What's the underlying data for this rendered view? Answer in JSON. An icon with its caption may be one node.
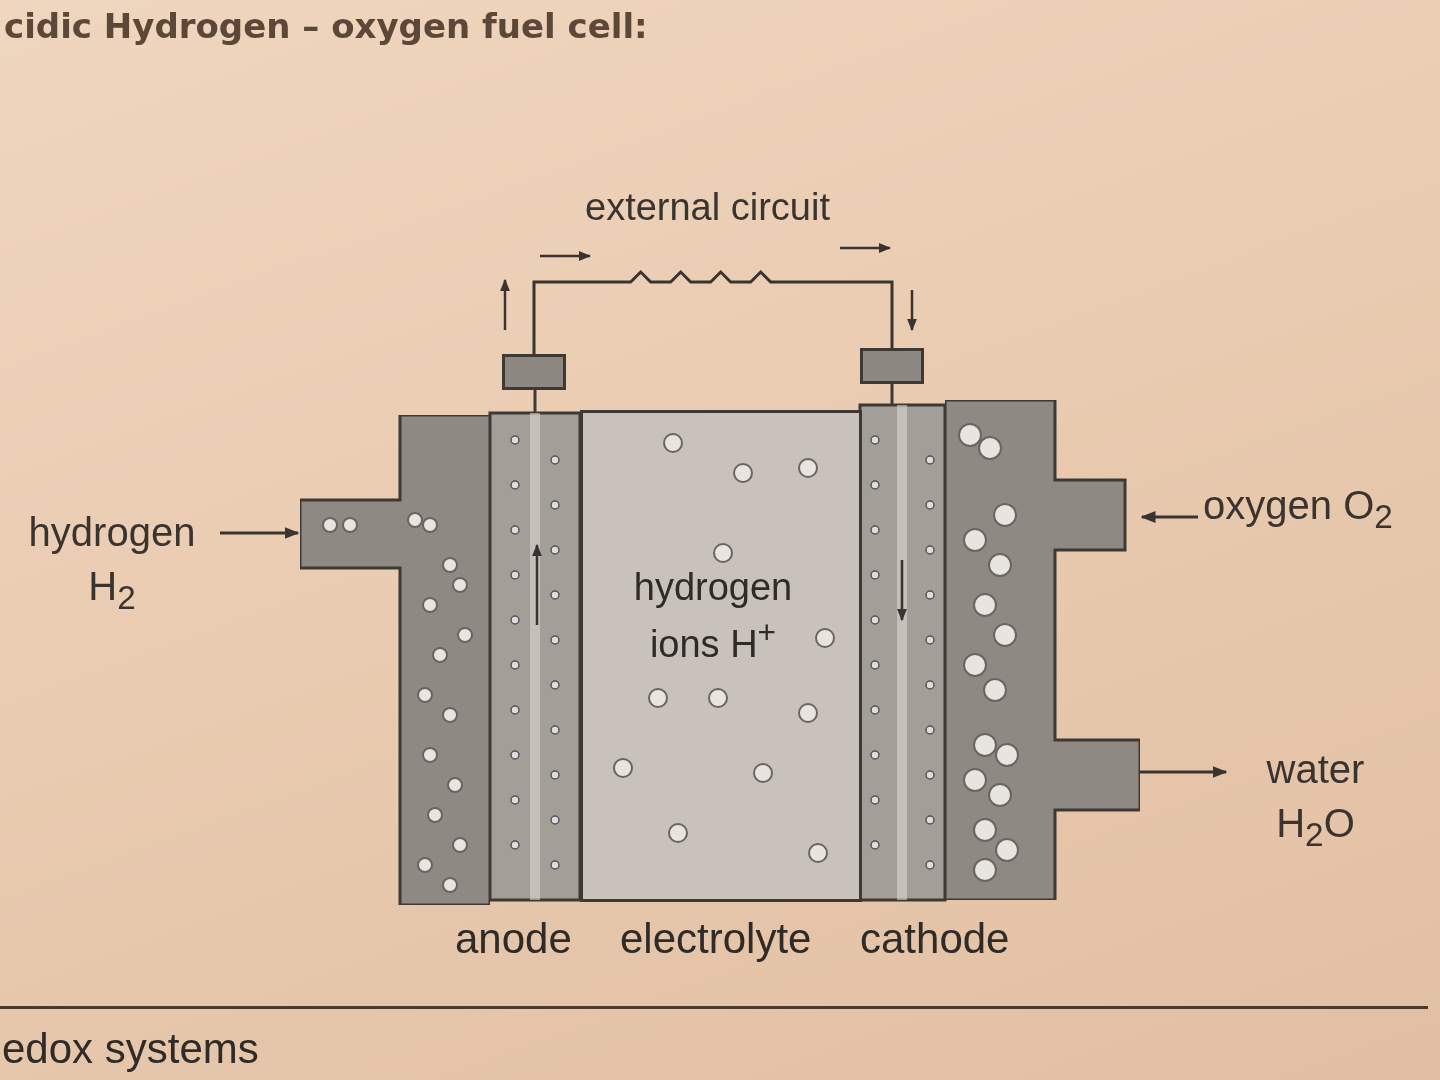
{
  "diagram": {
    "title": "cidic Hydrogen – oxygen fuel cell:",
    "nodes": [
      {
        "text": [
          "hydrogen H$_{2}$"
        ]
      },
      {
        "text": [],
        "shape": "box"
      },
      {
        "text": [],
        "shape": "box"
      },
      {
        "text": [],
        "shape": "box"
      },
      {
        "text": [
          "hydrogen ions H$^{+}$"
        ]
      },
      {
        "text": [],
        "shape": "box"
      },
      {
        "text": [
          "oxygen O$_{2}$"
        ]
      },
      {
        "text": [
          "water H$_{2}$O"
        ]
      }
    ],
    "edges": [
      {
        "from": 0,
        "to": 3,
        "arrow": "to"
      },
      {
        "from": 1,
        "to": 2,
        "arrow": "none",
        "label": "external circuit"
      },
      {
        "from": 6,
        "to": 5,
        "arrow": "to"
      },
      {
        "from": 5,
        "to": 7,
        "arrow": "to"
      }
    ],
    "labels": [
      "anode",
      "electrolyte",
      "cathode",
      "edox systems"
    ]
  }
}
